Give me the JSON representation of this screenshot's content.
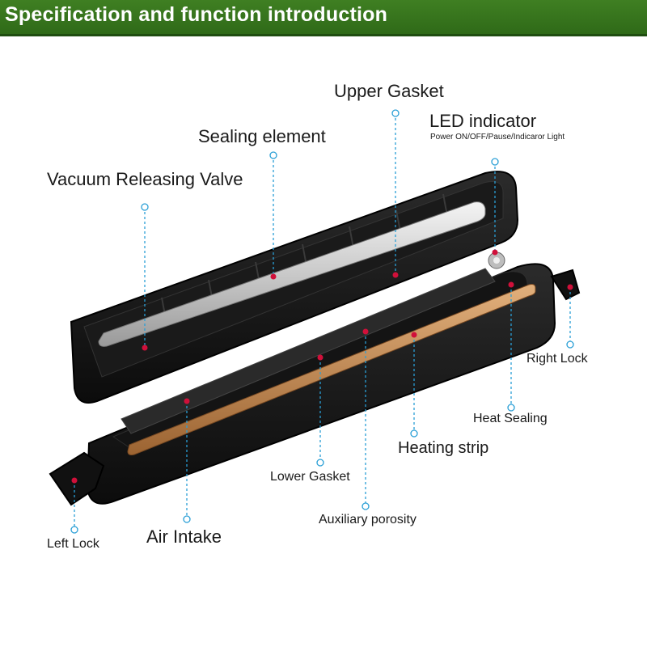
{
  "header": {
    "title": "Specification and function introduction",
    "color": "#3f7f22"
  },
  "labels": {
    "upper_gasket": "Upper Gasket",
    "led_indicator": "LED indicator",
    "led_sub": "Power ON/OFF/Pause/Indicaror Light",
    "sealing_element": "Sealing element",
    "vacuum_valve": "Vacuum Releasing Valve",
    "right_lock": "Right Lock",
    "heat_sealing": "Heat Sealing",
    "heating_strip": "Heating strip",
    "lower_gasket": "Lower Gasket",
    "auxiliary_porosity": "Auxiliary porosity",
    "air_intake": "Air Intake",
    "left_lock": "Left Lock"
  },
  "colors": {
    "callout_line": "#2a9fd6",
    "marker": "#d0103a",
    "heating_strip": "#c48a52"
  }
}
